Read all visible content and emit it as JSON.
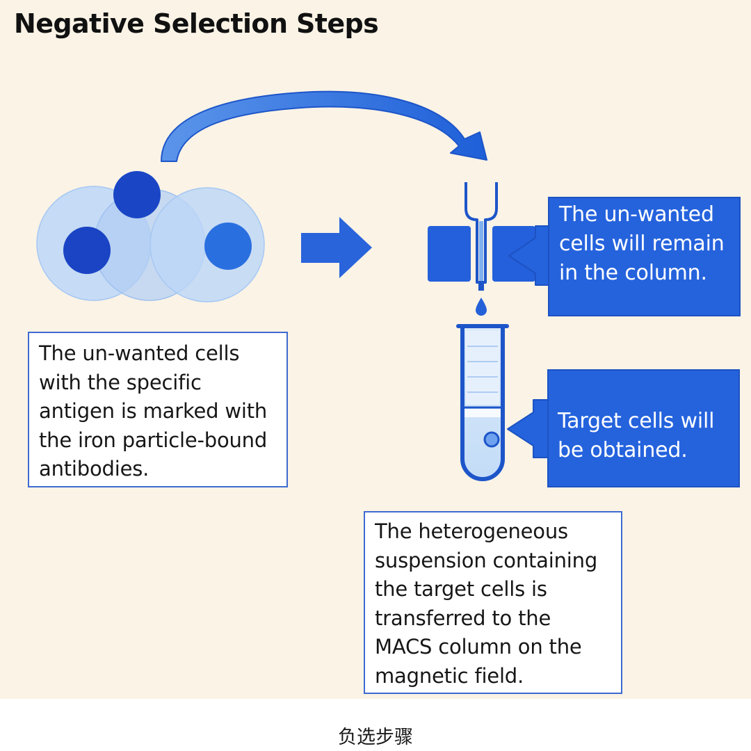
{
  "title": "Negative Selection Steps",
  "notes": {
    "labeling": "The un-wanted cells with the specific antigen is marked with the iron particle-bound antibodies.",
    "transfer": "The heterogeneous suspension containing the target cells is transferred to the MACS column on the magnetic field."
  },
  "callouts": {
    "column": "The un-wanted cells will remain in the column.",
    "target": "Target cells will be obtained."
  },
  "caption": "负选步骤",
  "colors": {
    "background": "#faf3e6",
    "accent": "#2563dd",
    "cell_nucleus_dark": "#1a44c4",
    "cell_nucleus_mid": "#2a6fe0",
    "cell_body": "#bcd6f7"
  },
  "icons": [
    "curved-arrow-icon",
    "cell-cluster-icon",
    "right-arrow-icon",
    "macs-column-icon",
    "magnet-icon",
    "droplet-icon",
    "collection-tube-icon"
  ]
}
